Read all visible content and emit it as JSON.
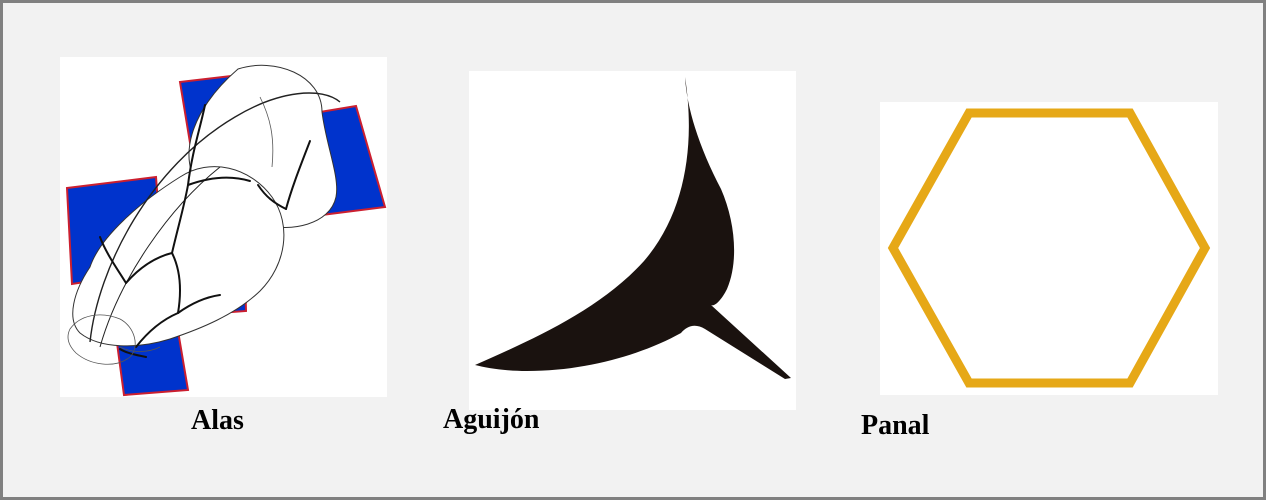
{
  "captions": {
    "alas": "Alas",
    "aguijon": "Aguijón",
    "panal": "Panal"
  },
  "colors": {
    "frame_border": "#808080",
    "frame_background": "#f2f2f2",
    "wing_fill": "#0033cc",
    "wing_outline": "#cc1f2f",
    "stinger_fill": "#1a120f",
    "honeycomb_stroke": "#e6a817"
  },
  "icons": {
    "alas": "wings-icon",
    "aguijon": "stinger-icon",
    "panal": "honeycomb-hexagon-icon"
  }
}
